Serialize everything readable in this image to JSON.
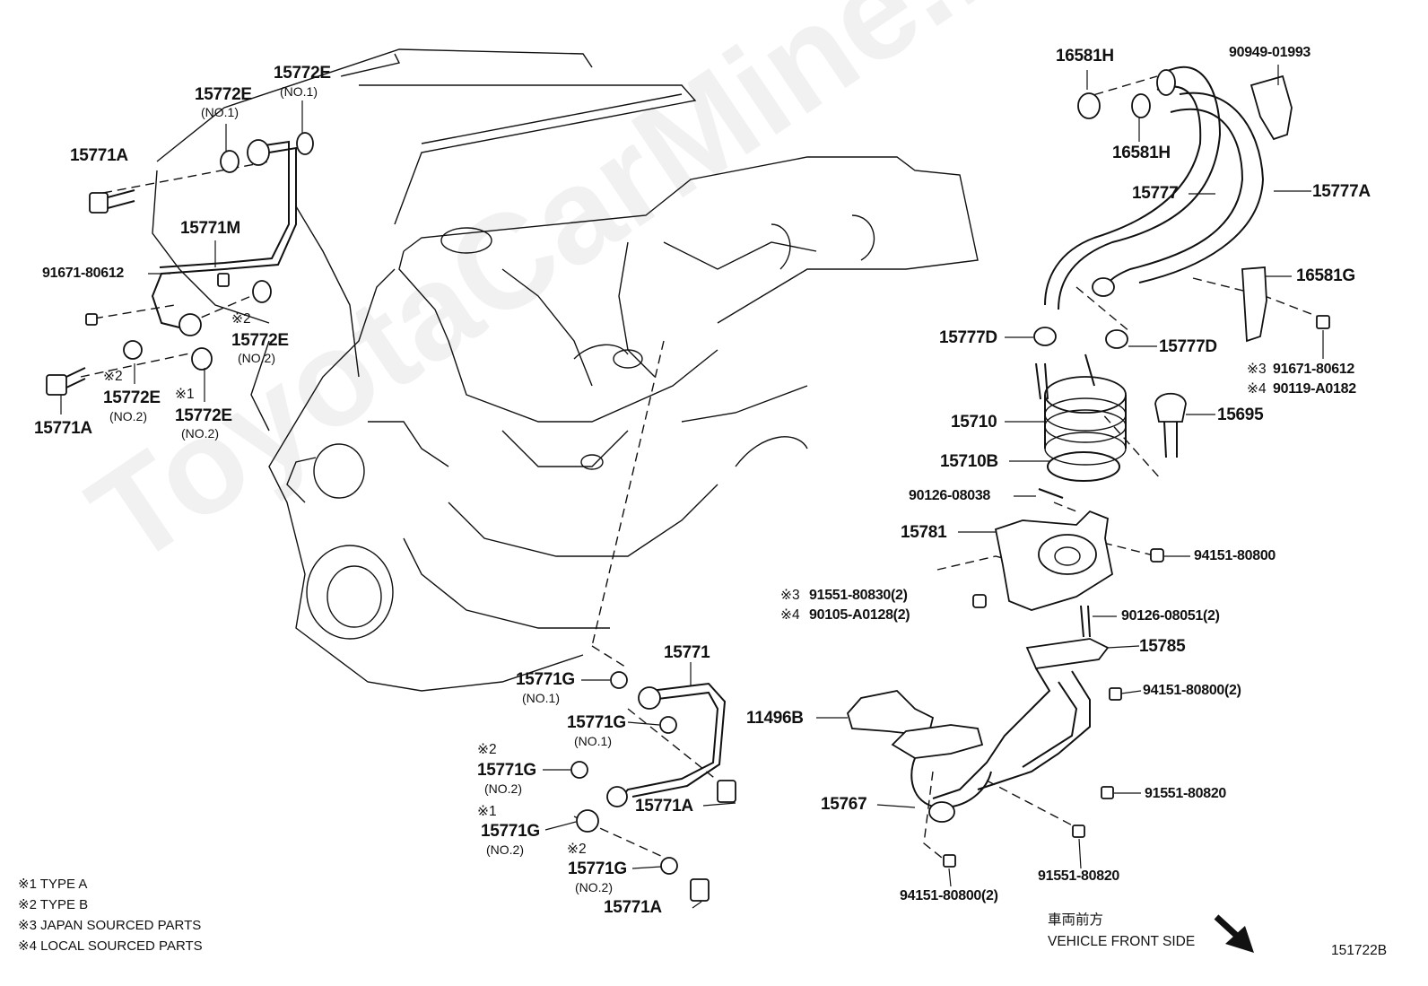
{
  "watermark": "ToyotaCarMine.ru",
  "diagram_id": "151722B",
  "direction": {
    "jp": "車両前方",
    "en": "VEHICLE FRONT SIDE"
  },
  "legend": [
    "※1 TYPE A",
    "※2 TYPE B",
    "※3 JAPAN SOURCED PARTS",
    "※4 LOCAL SOURCED PARTS"
  ],
  "callouts": {
    "c1": {
      "part": "15772E",
      "sub": "(NO.1)"
    },
    "c2": {
      "part": "15772E",
      "sub": "(NO.1)"
    },
    "c3": {
      "part": "15771A"
    },
    "c4": {
      "part": "15771M"
    },
    "c5": {
      "part": "91671-80612"
    },
    "c6": {
      "note": "※2",
      "part": "15772E",
      "sub": "(NO.2)"
    },
    "c7": {
      "note": "※2",
      "part": "15772E",
      "sub": "(NO.2)"
    },
    "c8": {
      "note": "※1",
      "part": "15772E",
      "sub": "(NO.2)"
    },
    "c9": {
      "part": "15771A"
    },
    "c10": {
      "part": "16581H"
    },
    "c11": {
      "part": "90949-01993"
    },
    "c12": {
      "part": "16581H"
    },
    "c13": {
      "part": "15777"
    },
    "c14": {
      "part": "15777A"
    },
    "c15": {
      "part": "16581G"
    },
    "c16": {
      "part": "15777D"
    },
    "c17": {
      "part": "15777D"
    },
    "c18": {
      "note": "※3",
      "part": "91671-80612"
    },
    "c19": {
      "note": "※4",
      "part": "90119-A0182"
    },
    "c20": {
      "part": "15710"
    },
    "c21": {
      "part": "15695"
    },
    "c22": {
      "part": "15710B"
    },
    "c23": {
      "part": "90126-08038"
    },
    "c24": {
      "part": "15781"
    },
    "c25": {
      "part": "94151-80800"
    },
    "c26": {
      "note": "※3",
      "part": "91551-80830(2)"
    },
    "c27": {
      "note": "※4",
      "part": "90105-A0128(2)"
    },
    "c28": {
      "part": "90126-08051(2)"
    },
    "c29": {
      "part": "15785"
    },
    "c30": {
      "part": "94151-80800(2)"
    },
    "c31": {
      "part": "11496B"
    },
    "c32": {
      "part": "91551-80820"
    },
    "c33": {
      "part": "15767"
    },
    "c34": {
      "part": "91551-80820"
    },
    "c35": {
      "part": "94151-80800(2)"
    },
    "c36": {
      "part": "15771"
    },
    "c37": {
      "part": "15771G",
      "sub": "(NO.1)"
    },
    "c38": {
      "part": "15771G",
      "sub": "(NO.1)"
    },
    "c39": {
      "note": "※2",
      "part": "15771G",
      "sub": "(NO.2)"
    },
    "c40": {
      "part": "15771A"
    },
    "c41": {
      "note": "※1",
      "part": "15771G",
      "sub": "(NO.2)"
    },
    "c42": {
      "note": "※2",
      "part": "15771G",
      "sub": "(NO.2)"
    },
    "c43": {
      "part": "15771A"
    }
  }
}
